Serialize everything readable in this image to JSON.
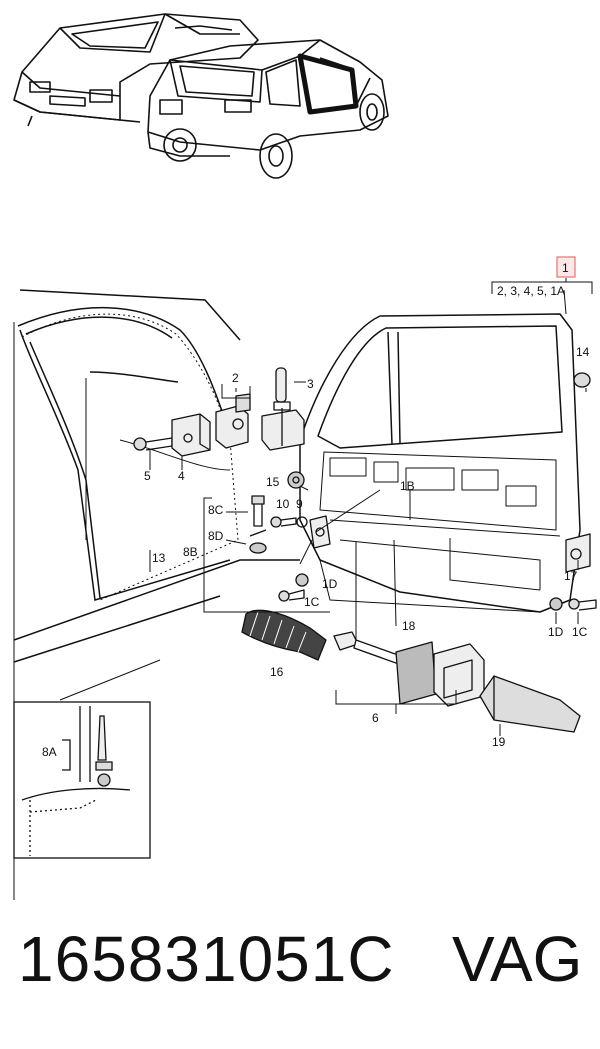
{
  "header_callout": "1",
  "header_group": "2, 3, 4, 5, 1A",
  "part_labels": {
    "p2": "2",
    "p3": "3",
    "p4": "4",
    "p5": "5",
    "p6": "6",
    "p8A": "8A",
    "p8B": "8B",
    "p8C": "8C",
    "p8D": "8D",
    "p9": "9",
    "p10": "10",
    "p13": "13",
    "p14": "14",
    "p15": "15",
    "p16": "16",
    "p17": "17",
    "p18": "18",
    "p19": "19",
    "p1B": "1B",
    "p1C_a": "1C",
    "p1D_a": "1D",
    "p1C_b": "1C",
    "p1D_b": "1D"
  },
  "part_number": "165831051C",
  "brand": "VAG",
  "colors": {
    "callout_border": "#e57373",
    "line": "#111111"
  }
}
